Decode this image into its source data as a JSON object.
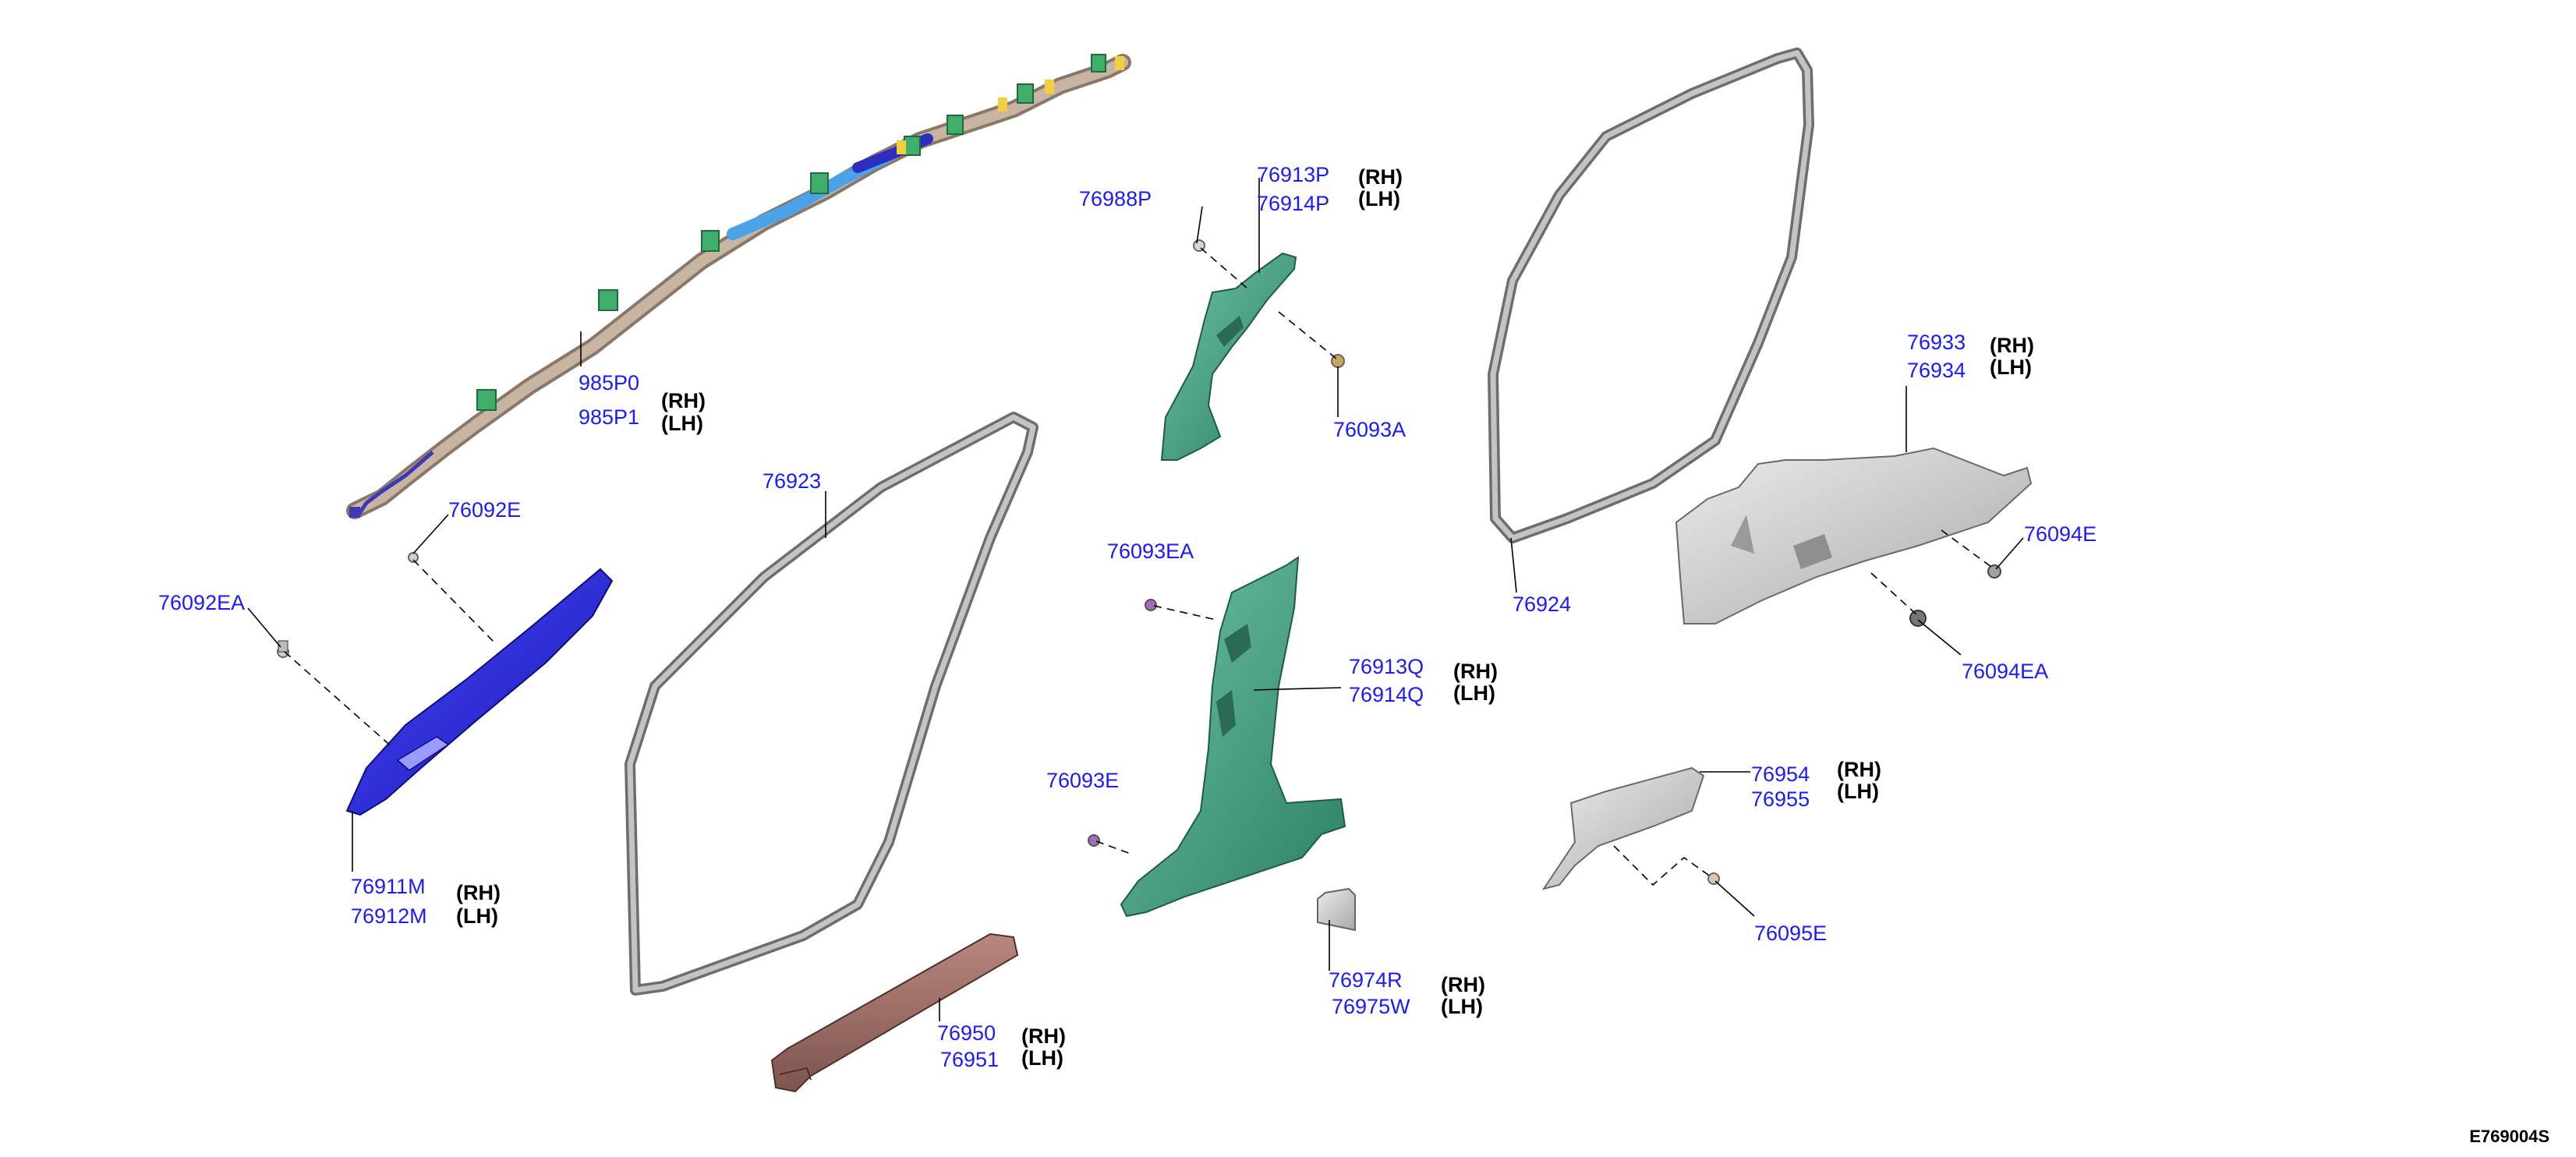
{
  "diagram_ref": "E769004S",
  "callouts": {
    "c985P": {
      "codes": [
        "985P0",
        "985P1"
      ],
      "sides": [
        "(RH)",
        "(LH)"
      ]
    },
    "c76092E": {
      "codes": [
        "76092E"
      ]
    },
    "c76092EA": {
      "codes": [
        "76092EA"
      ]
    },
    "c76911M": {
      "codes": [
        "76911M",
        "76912M"
      ],
      "sides": [
        "(RH)",
        "(LH)"
      ]
    },
    "c76923": {
      "codes": [
        "76923"
      ]
    },
    "c76950": {
      "codes": [
        "76950",
        "76951"
      ],
      "sides": [
        "(RH)",
        "(LH)"
      ]
    },
    "c76988P": {
      "codes": [
        "76988P"
      ]
    },
    "c76913P": {
      "codes": [
        "76913P",
        "76914P"
      ],
      "sides": [
        "(RH)",
        "(LH)"
      ]
    },
    "c76093A": {
      "codes": [
        "76093A"
      ]
    },
    "c76093EA": {
      "codes": [
        "76093EA"
      ]
    },
    "c76913Q": {
      "codes": [
        "76913Q",
        "76914Q"
      ],
      "sides": [
        "(RH)",
        "(LH)"
      ]
    },
    "c76093E": {
      "codes": [
        "76093E"
      ]
    },
    "c76974R": {
      "codes": [
        "76974R",
        "76975W"
      ],
      "sides": [
        "(RH)",
        "(LH)"
      ]
    },
    "c76924": {
      "codes": [
        "76924"
      ]
    },
    "c76933": {
      "codes": [
        "76933",
        "76934"
      ],
      "sides": [
        "(RH)",
        "(LH)"
      ]
    },
    "c76094E": {
      "codes": [
        "76094E"
      ]
    },
    "c76094EA": {
      "codes": [
        "76094EA"
      ]
    },
    "c76954": {
      "codes": [
        "76954",
        "76955"
      ],
      "sides": [
        "(RH)",
        "(LH)"
      ]
    },
    "c76095E": {
      "codes": [
        "76095E"
      ]
    }
  },
  "colors": {
    "part_number": "#1a1aff",
    "pillar_green": "#3f9e7f",
    "a_pillar_blue": "#2424d8",
    "weatherstrip_gray": "#9a9a9a",
    "sill_brown": "#9c6e66",
    "trim_gray": "#c8c8c8",
    "airbag_tan": "#b59f8c"
  }
}
